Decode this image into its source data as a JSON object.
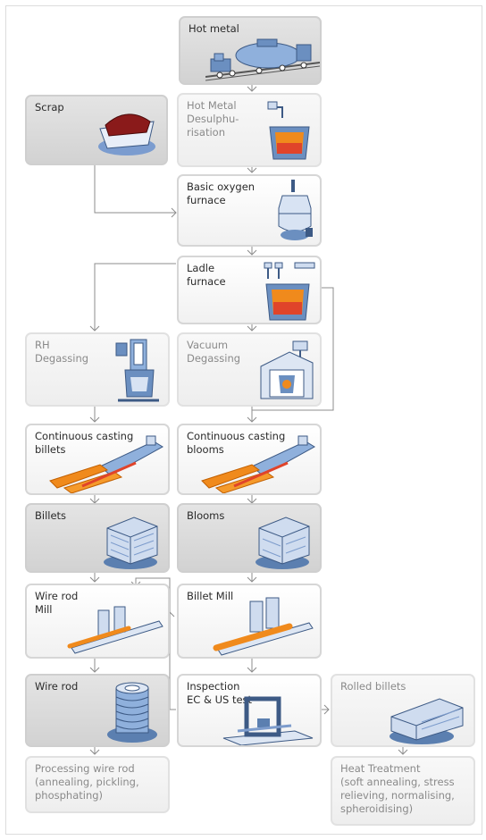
{
  "nodes": {
    "hot_metal": "Hot metal",
    "scrap": "Scrap",
    "desulph": "Hot Metal\nDesulphu-\nrisation",
    "bof": "Basic oxygen\nfurnace",
    "ladle": "Ladle\nfurnace",
    "rh": "RH\nDegassing",
    "vacuum": "Vacuum\nDegassing",
    "cc_billets": "Continuous casting\nbillets",
    "cc_blooms": "Continuous casting\nblooms",
    "billets": "Billets",
    "blooms": "Blooms",
    "wire_rod_mill": "Wire rod\nMill",
    "billet_mill": "Billet Mill",
    "wire_rod": "Wire rod",
    "inspection": "Inspection\nEC & US test",
    "rolled_billets": "Rolled billets",
    "processing": "Processing wire rod\n(annealing, pickling,\nphosphating)",
    "heat_treatment": "Heat Treatment\n(soft annealing, stress\nrelieving, normalising,\nspheroidising)"
  },
  "icons": {
    "hot_metal": "torpedo-ladle-car-icon",
    "scrap": "scrap-bucket-icon",
    "desulph": "desulphurisation-vessel-icon",
    "bof": "converter-icon",
    "ladle": "ladle-furnace-icon",
    "rh": "rh-degasser-icon",
    "vacuum": "vacuum-chamber-icon",
    "cc_billets": "billet-caster-icon",
    "cc_blooms": "bloom-caster-icon",
    "billets": "billet-stack-icon",
    "blooms": "bloom-stack-icon",
    "wire_rod_mill": "rolling-mill-icon",
    "billet_mill": "rolling-mill-icon",
    "wire_rod": "wire-coil-icon",
    "inspection": "inspection-gantry-icon",
    "rolled_billets": "rolled-billet-stack-icon"
  },
  "colors": {
    "steel_blue": "#5b7fb0",
    "hot_orange": "#f08a1c",
    "molten_red": "#e0442a",
    "scrap_red": "#8a1a1a",
    "connector": "#8c8c8c"
  }
}
